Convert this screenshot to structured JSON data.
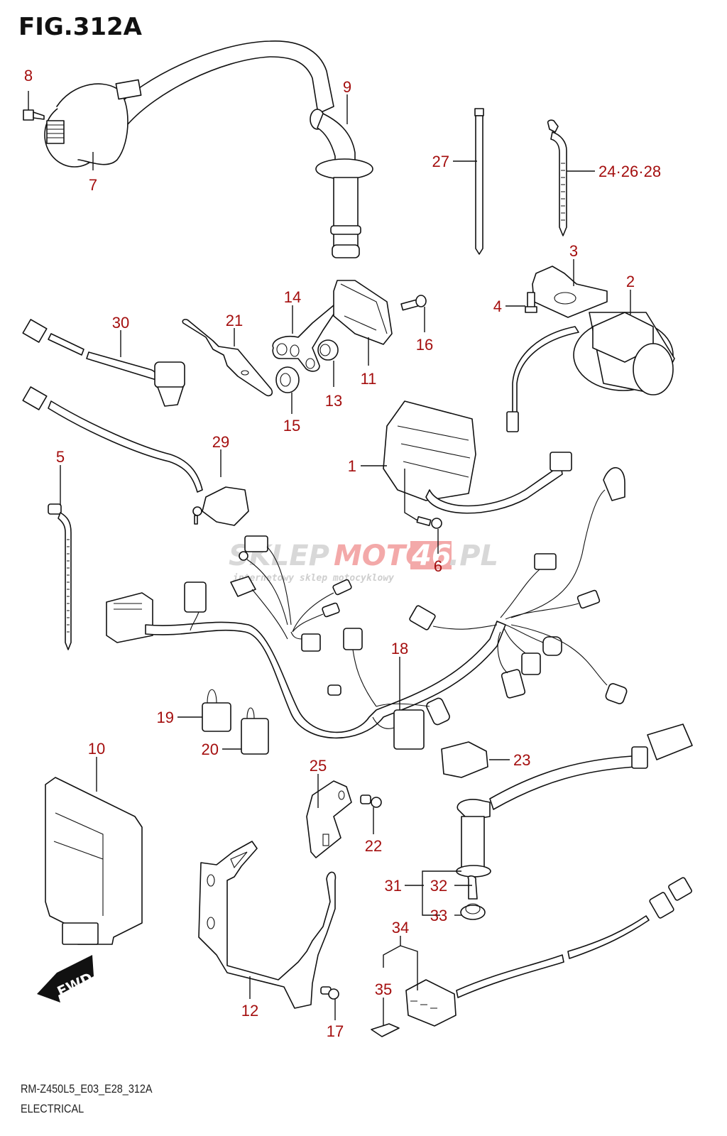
{
  "figure": {
    "title": "FIG.312A",
    "code": "RM-Z450L5_E03_E28_312A",
    "section": "ELECTRICAL"
  },
  "watermark": {
    "part1": "SKLEP",
    "part2": "MOTO",
    "part3": "46",
    "part4": ".PL",
    "tagline": "internetowy sklep motocyklowy"
  },
  "direction_badge": {
    "label": "FWD",
    "icon": "arrow-down-left"
  },
  "colors": {
    "label": "#a40e0e",
    "line": "#111111",
    "watermark_gray": "#c9c9c9",
    "watermark_red": "#f2a0a0"
  },
  "callouts": [
    {
      "id": "1",
      "text": "1",
      "part": "regulator-rectifier"
    },
    {
      "id": "2",
      "text": "2",
      "part": "starter-relay-coil"
    },
    {
      "id": "3",
      "text": "3",
      "part": "bracket"
    },
    {
      "id": "4",
      "text": "4",
      "part": "bolt"
    },
    {
      "id": "5",
      "text": "5",
      "part": "cable-tie"
    },
    {
      "id": "6",
      "text": "6",
      "part": "screw"
    },
    {
      "id": "7",
      "text": "7",
      "part": "ignition-coil"
    },
    {
      "id": "8",
      "text": "8",
      "part": "bolt"
    },
    {
      "id": "9",
      "text": "9",
      "part": "plug-cap"
    },
    {
      "id": "10",
      "text": "10",
      "part": "ecm"
    },
    {
      "id": "11",
      "text": "11",
      "part": "relay"
    },
    {
      "id": "12",
      "text": "12",
      "part": "ecm-bracket"
    },
    {
      "id": "13",
      "text": "13",
      "part": "spacer"
    },
    {
      "id": "14",
      "text": "14",
      "part": "bracket"
    },
    {
      "id": "15",
      "text": "15",
      "part": "grommet"
    },
    {
      "id": "16",
      "text": "16",
      "part": "bolt"
    },
    {
      "id": "17",
      "text": "17",
      "part": "bolt"
    },
    {
      "id": "18",
      "text": "18",
      "part": "wiring-harness"
    },
    {
      "id": "19",
      "text": "19",
      "part": "coupler"
    },
    {
      "id": "20",
      "text": "20",
      "part": "coupler"
    },
    {
      "id": "21",
      "text": "21",
      "part": "bracket"
    },
    {
      "id": "22",
      "text": "22",
      "part": "screw"
    },
    {
      "id": "23",
      "text": "23",
      "part": "cap"
    },
    {
      "id": "25",
      "text": "25",
      "part": "bracket"
    },
    {
      "id": "24-26-28",
      "text": "24·26·28",
      "part": "clamp"
    },
    {
      "id": "27",
      "text": "27",
      "part": "cable-tie"
    },
    {
      "id": "29",
      "text": "29",
      "part": "switch"
    },
    {
      "id": "30",
      "text": "30",
      "part": "switch"
    },
    {
      "id": "31",
      "text": "31",
      "part": "lamp-assy"
    },
    {
      "id": "32",
      "text": "32",
      "part": "bulb"
    },
    {
      "id": "33",
      "text": "33",
      "part": "grommet"
    },
    {
      "id": "34",
      "text": "34",
      "part": "fuse-box-harness"
    },
    {
      "id": "35",
      "text": "35",
      "part": "fuse"
    }
  ]
}
